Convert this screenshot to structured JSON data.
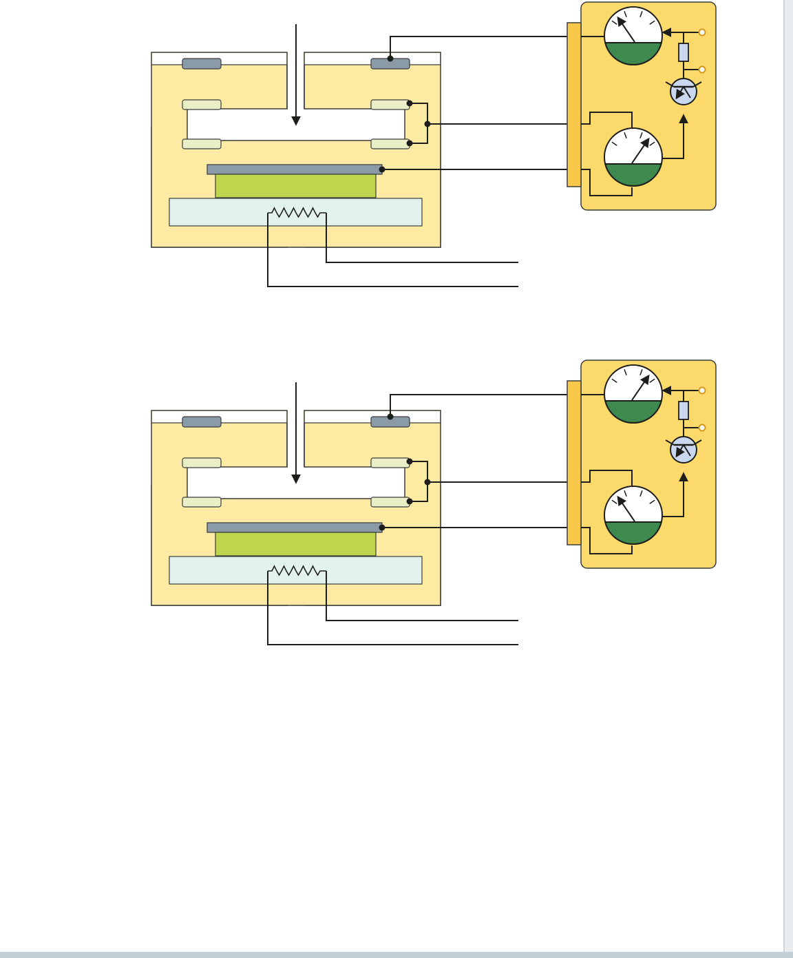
{
  "figure": {
    "panels": [
      {
        "id": "top",
        "upper_meter": "deflected-left",
        "lower_meter": "deflected-right"
      },
      {
        "id": "bottom",
        "upper_meter": "deflected-right",
        "lower_meter": "deflected-left"
      }
    ]
  },
  "colors": {
    "chamber_fill": "#fdeaa3",
    "chamber_stroke": "#3a3a3a",
    "top_electrode": "#8a9aa6",
    "ring_electrode": "#eaefc8",
    "grid_plate": "#8a9aa6",
    "sample_block": "#bdd64e",
    "heater_block": "#e1f2ef",
    "instrument_box": "#fcd96b",
    "instrument_strip": "#f8c84a",
    "meter_face": "#ffffff",
    "meter_fill": "#3e8a4e",
    "transistor_fill": "#c9d8ee",
    "terminal_ring": "#d69a1c",
    "wire": "#1d1d1b"
  }
}
